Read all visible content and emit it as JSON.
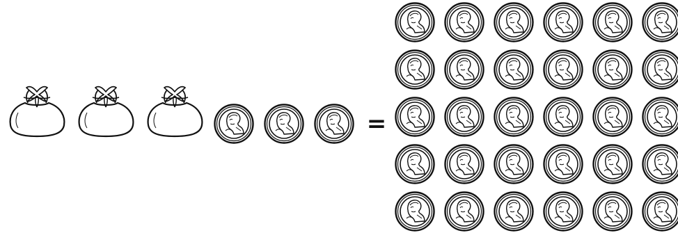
{
  "equation": {
    "left_side": {
      "bags": 3,
      "coins": 3
    },
    "operator": "=",
    "right_side": {
      "coins_rows": 5,
      "coins_per_row": 6,
      "coins_total": 30
    }
  },
  "icons": {
    "bag": "money-bag-icon",
    "coin": "coin-with-portrait-icon"
  },
  "colors": {
    "ink": "#111111",
    "background": "#ffffff"
  }
}
